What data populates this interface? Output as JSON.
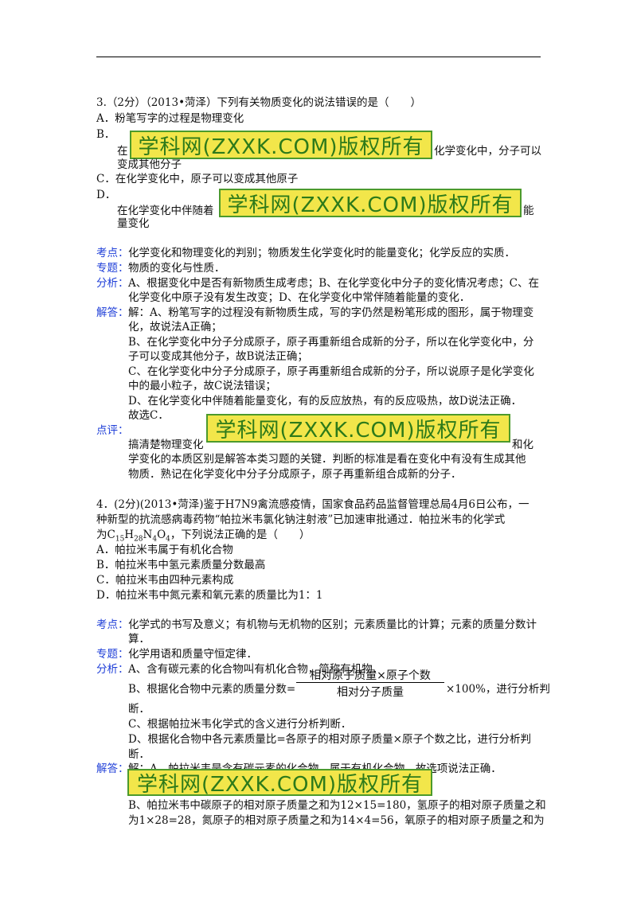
{
  "q3": {
    "stem": "3.（2分）（2013•菏泽）下列有关物质变化的说法错误的是（　　）",
    "optA": "A．粉笔写字的过程是物理变化",
    "optB_label": "B．",
    "optB_pre": "在",
    "optB_post": "化学变化中，分子可以",
    "optB_line2": "变成其他分子",
    "optC": "C．在化学变化中，原子可以变成其他原子",
    "optD_label": "D．",
    "optD_pre": "在化学变化中伴随着",
    "optD_post": "能",
    "optD_line2": "量变化",
    "kaodian_label": "考点：",
    "kaodian": "化学变化和物理变化的判别；物质发生化学变化时的能量变化；化学反应的实质．",
    "zhuanti_label": "专题：",
    "zhuanti": "物质的变化与性质．",
    "fenxi_label": "分析：",
    "fenxi_1": "A、根据变化中是否有新物质生成考虑；B、在化学变化中分子的变化情况考虑；C、在",
    "fenxi_2": "化学变化中原子没有发生改变；D、在化学变化中常伴随着能量的变化．",
    "jieda_label": "解答：",
    "jieda_1": "解：A、粉笔写字的过程没有新物质生成，写的字仍然是粉笔形成的图形，属于物理变",
    "jieda_2": "化，故说法A正确；",
    "jieda_3": "B、在化学变化中分子分成原子，原子再重新组合成新的分子，所以在化学变化中，分",
    "jieda_4": "子可以变成其他分子，故B说法正确；",
    "jieda_5": "C、在化学变化中分子分成原子，原子再重新组合成新的分子，所以说原子是化学变化",
    "jieda_6": "中的最小粒子，故C说法错误；",
    "jieda_7": "D、在化学变化中伴随着能量变化，有的反应放热，有的反应吸热，故D说法正确．",
    "jieda_8": "故选C．",
    "dianping_label": "点评：",
    "dianping_pre": "搞清楚物理变化",
    "dianping_post": "和化",
    "dianping_2": "学变化的本质区别是解答本类习题的关键．判断的标准是看在变化中有没有生成其他",
    "dianping_3": "物质．熟记在化学变化中分子分成原子，原子再重新组合成新的分子．"
  },
  "q4": {
    "stem_1": "4．(2分)(2013•菏泽)鉴于H7N9禽流感疫情，国家食品药品监督管理总局4月6日公布，一",
    "stem_2": "种新型的抗流感病毒药物“帕拉米韦氯化钠注射液”已加速审批通过．帕拉米韦的化学式",
    "stem_3_pre": "为C",
    "f1": "15",
    "fH": "H",
    "f2": "28",
    "fN": "N",
    "f3": "4",
    "fO": "O",
    "f4": "4",
    "stem_3_post": "，下列说法正确的是（　　）",
    "optA": "A．帕拉米韦属于有机化合物",
    "optB": "B．帕拉米韦中氢元素质量分数最高",
    "optC": "C．帕拉米韦由四种元素构成",
    "optD": "D．帕拉米韦中氮元素和氧元素的质量比为1：1",
    "kaodian_label": "考点：",
    "kaodian_1": "化学式的书写及意义；有机物与无机物的区别；元素质量比的计算；元素的质量分数计",
    "kaodian_2": "算．",
    "zhuanti_label": "专题：",
    "zhuanti": "化学用语和质量守恒定律．",
    "fenxi_label": "分析：",
    "fenxi_1": "A、含有碳元素的化合物叫有机化合物，简称有机物．",
    "fenxi_2_pre": "B、根据化合物中元素的质量分数=",
    "frac_num": "相对原子质量×原子个数",
    "frac_den": "相对分子质量",
    "fenxi_2_post": "×100%，进行分析判",
    "fenxi_3": "断．",
    "fenxi_4": "C、根据帕拉米韦化学式的含义进行分析判断．",
    "fenxi_5": "D、根据化合物中各元素质量比=各原子的相对原子质量×原子个数之比，进行分析判",
    "fenxi_6": "断．",
    "jieda_label": "解答：",
    "jieda_1": "解：A、帕拉米韦是含有碳元素的化合物，属于有机化合物，故选项说法正确．",
    "jieda_2": "B、帕拉米韦中碳原子的相对原子质量之和为12×15=180，氢原子的相对原子质量之和",
    "jieda_3": "为1×28=28，氮原子的相对原子质量之和为14×4=56，氧原子的相对原子质量之和为"
  },
  "watermark": "学科网(ZXXK.COM)版权所有",
  "colors": {
    "label_blue": "#1f3fd8",
    "wm_fill": "#f2e64a",
    "wm_border": "#4c9a2c",
    "wm_text": "#2d7a1a"
  }
}
